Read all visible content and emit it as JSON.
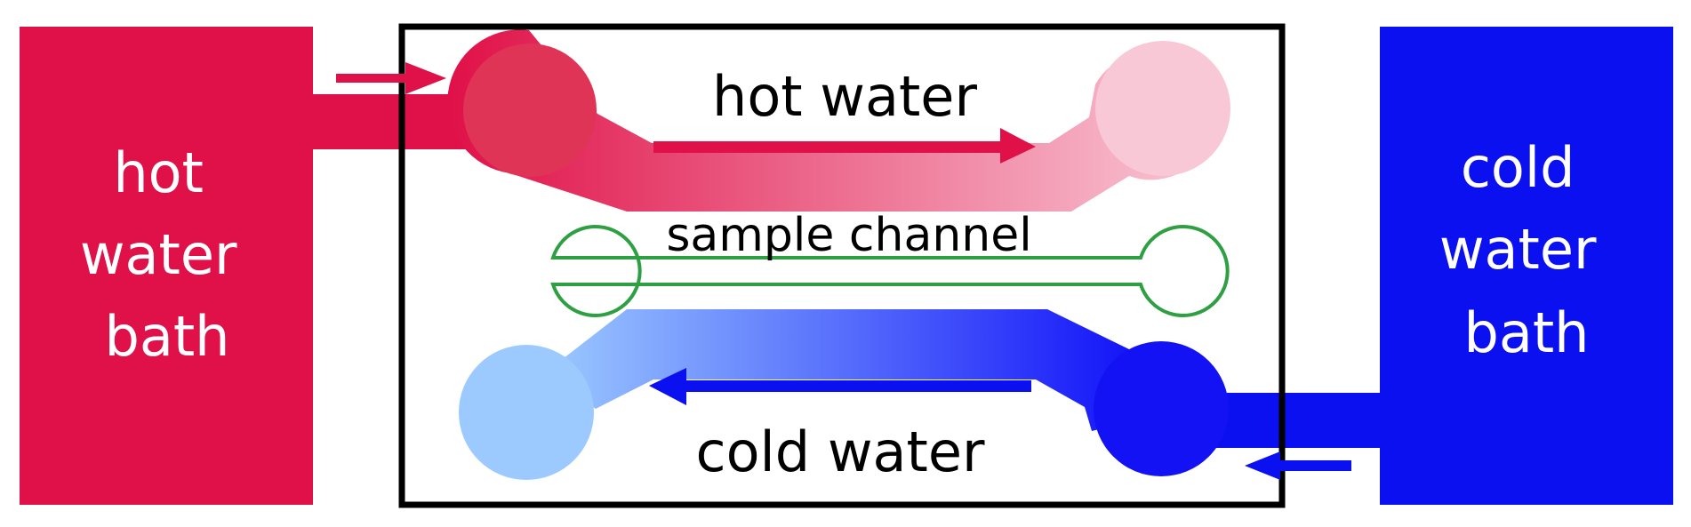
{
  "hot_bath": {
    "label_lines": [
      "hot",
      "water",
      "bath"
    ],
    "color": "#e01048"
  },
  "cold_bath": {
    "label_lines": [
      "cold",
      "water",
      "bath"
    ],
    "color": "#0a10f0"
  },
  "chip": {
    "hot_channel_label": "hot water",
    "sample_channel_label": "sample channel",
    "cold_channel_label": "cold water",
    "sample_channel_color": "#2ea043",
    "frame_color": "#000000"
  },
  "colors": {
    "hot_start": "#e01048",
    "hot_end": "#f9c8d6",
    "cold_start": "#9ccaff",
    "cold_end": "#1010f8",
    "hot_arrow": "#e01048",
    "cold_arrow": "#0a10f0"
  }
}
